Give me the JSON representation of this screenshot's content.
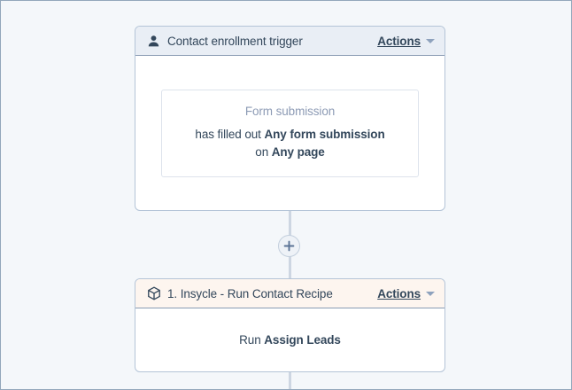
{
  "canvas": {
    "background_color": "#f4f7fa",
    "border_color": "#93a7bb"
  },
  "workflow": {
    "trigger_card": {
      "icon": "contact-person-icon",
      "title": "Contact enrollment trigger",
      "header_color": "#e9eef5",
      "actions_label": "Actions",
      "criteria": {
        "type_label": "Form submission",
        "line1_prefix": "has filled out ",
        "line1_bold": "Any form submission",
        "line2_prefix": "on ",
        "line2_bold": "Any page"
      }
    },
    "connector": {
      "add_button_icon": "plus-icon",
      "line_color": "#cdd6e2"
    },
    "action_card": {
      "icon": "cube-box-icon",
      "title": "1. Insycle - Run Contact Recipe",
      "header_color": "#fdf5ef",
      "actions_label": "Actions",
      "body_prefix": "Run ",
      "body_bold": "Assign Leads"
    }
  }
}
